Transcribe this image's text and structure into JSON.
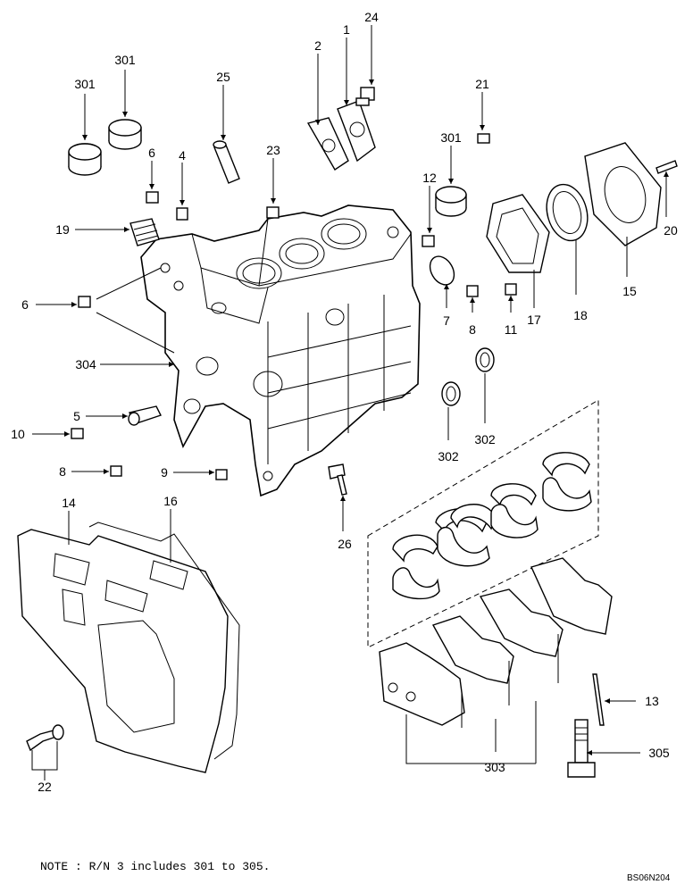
{
  "callouts": [
    "301",
    "301",
    "25",
    "6",
    "4",
    "23",
    "2",
    "1",
    "24",
    "21",
    "301",
    "12",
    "19",
    "6",
    "304",
    "5",
    "10",
    "8",
    "9",
    "14",
    "16",
    "22",
    "26",
    "7",
    "8",
    "11",
    "17",
    "18",
    "15",
    "20",
    "302",
    "302",
    "303",
    "13",
    "305"
  ],
  "note": "NOTE : R/N 3 includes 301 to 305.",
  "drawing_code": "BS06N204"
}
